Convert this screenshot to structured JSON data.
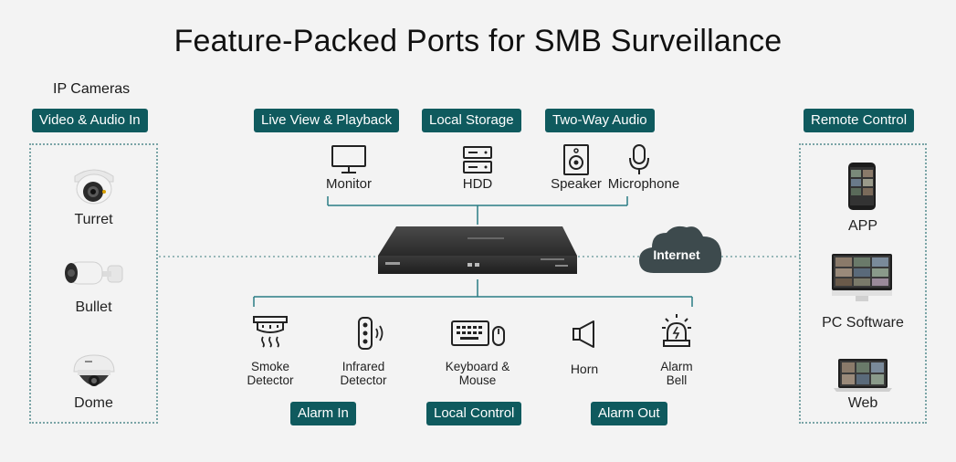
{
  "title": "Feature-Packed Ports for SMB Surveillance",
  "left": {
    "caption": "IP Cameras",
    "badge": "Video & Audio In",
    "cameras": [
      {
        "label": "Turret",
        "icon": "turret-camera-icon"
      },
      {
        "label": "Bullet",
        "icon": "bullet-camera-icon"
      },
      {
        "label": "Dome",
        "icon": "dome-camera-icon"
      }
    ]
  },
  "top": {
    "badges": [
      "Live View & Playback",
      "Local Storage",
      "Two-Way Audio"
    ],
    "devices": [
      {
        "label": "Monitor",
        "icon": "monitor-icon"
      },
      {
        "label": "HDD",
        "icon": "hdd-icon"
      },
      {
        "label": "Speaker",
        "icon": "speaker-icon"
      },
      {
        "label": "Microphone",
        "icon": "microphone-icon"
      }
    ]
  },
  "bottom": {
    "devices": [
      {
        "label": "Smoke\nDetector",
        "icon": "smoke-detector-icon"
      },
      {
        "label": "Infrared\nDetector",
        "icon": "infrared-detector-icon"
      },
      {
        "label": "Keyboard &\nMouse",
        "icon": "keyboard-mouse-icon"
      },
      {
        "label": "Horn",
        "icon": "horn-icon"
      },
      {
        "label": "Alarm\nBell",
        "icon": "alarm-bell-icon"
      }
    ],
    "badges": [
      "Alarm In",
      "Local Control",
      "Alarm Out"
    ]
  },
  "center": {
    "internet": "Internet"
  },
  "right": {
    "badge": "Remote Control",
    "clients": [
      {
        "label": "APP",
        "icon": "phone-app-icon"
      },
      {
        "label": "PC Software",
        "icon": "pc-monitor-icon"
      },
      {
        "label": "Web",
        "icon": "laptop-icon"
      }
    ]
  },
  "colors": {
    "badge": "#0f5a5e",
    "line": "#2a7c84",
    "dotted": "#7aa4a6",
    "background": "#f3f3f3"
  }
}
